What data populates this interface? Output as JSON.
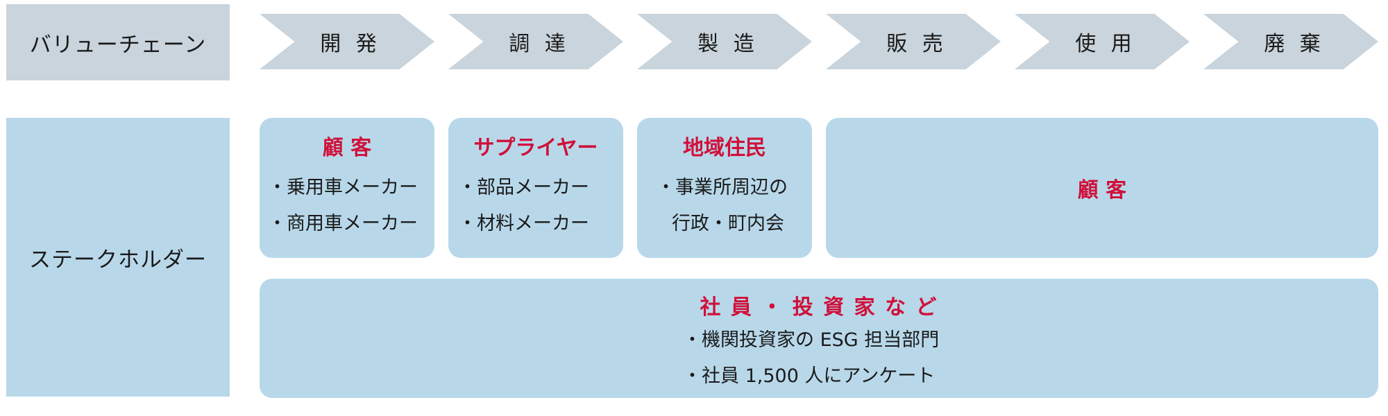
{
  "header": {
    "value_chain_label": "バリューチェーン",
    "stages": [
      "開 発",
      "調 達",
      "製 造",
      "販 売",
      "使 用",
      "廃 棄"
    ]
  },
  "stakeholders": {
    "label": "ステークホルダー",
    "development": {
      "title": "顧 客",
      "lines": [
        "・乗用車メーカー",
        "・商用車メーカー"
      ]
    },
    "procurement": {
      "title": "サプライヤー",
      "lines": [
        "・部品メーカー",
        "・材料メーカー"
      ]
    },
    "manufacturing": {
      "title": "地域住民",
      "lines": [
        "・事業所周辺の",
        "行政・町内会"
      ]
    },
    "sales_use_disposal": {
      "title": "顧 客"
    },
    "all_stages": {
      "title": "社 員 ・ 投 資 家 な ど",
      "lines": [
        "・機関投資家の ESG 担当部門",
        "・社員 1,500 人にアンケート"
      ]
    }
  },
  "colors": {
    "value_chain_fill": "#c9d4dc",
    "stakeholder_fill": "#b8d8ea",
    "title_red": "#d0103a"
  }
}
